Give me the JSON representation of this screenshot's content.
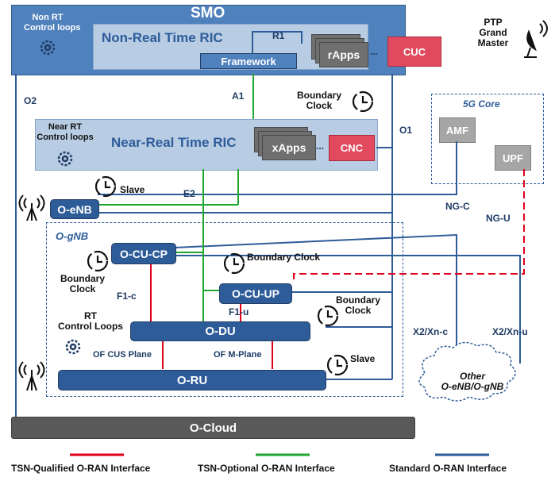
{
  "smo": {
    "title": "SMO"
  },
  "non_rt_loops": {
    "line1": "Non RT",
    "line2": "Control loops"
  },
  "non_rt_ric": {
    "title": "Non-Real Time RIC",
    "r1": "R1",
    "framework": "Framework",
    "rapps": "rApps",
    "ellipsis": "...",
    "cuc": "CUC"
  },
  "ptp": {
    "line1": "PTP",
    "line2": "Grand",
    "line3": "Master"
  },
  "interfaces": {
    "o2": "O2",
    "a1": "A1",
    "o1": "O1",
    "e2": "E2",
    "ng_c": "NG-C",
    "ng_u": "NG-U",
    "f1_c": "F1-c",
    "f1_u": "F1-u",
    "x2_xn_c": "X2/Xn-c",
    "x2_xn_u": "X2/Xn-u",
    "of_cus": "OF CUS Plane",
    "of_m": "OF M-Plane"
  },
  "boundary_top": {
    "line1": "Boundary",
    "line2": "Clock"
  },
  "core": {
    "title": "5G Core",
    "amf": "AMF",
    "upf": "UPF"
  },
  "near_rt_loops": {
    "line1": "Near RT",
    "line2": "Control loops"
  },
  "near_rt_ric": {
    "title": "Near-Real Time RIC",
    "xapps": "xApps",
    "ellipsis": "...",
    "cnc": "CNC"
  },
  "slave1": "Slave",
  "oenb": "O-eNB",
  "ognb": "O-gNB",
  "cucp": "O-CU-CP",
  "cucp_clock": {
    "line1": "Boundary",
    "line2": "Clock"
  },
  "cuup_clock": "Boundary Clock",
  "cuup": "O-CU-UP",
  "du_clock": {
    "line1": "Boundary",
    "line2": "Clock"
  },
  "rt_loops": {
    "line1": "RT",
    "line2": "Control Loops"
  },
  "du": "O-DU",
  "slave2": "Slave",
  "ru": "O-RU",
  "other": {
    "line1": "Other",
    "line2": "O-eNB/O-gNB"
  },
  "ocloud": "O-Cloud",
  "legend": [
    {
      "label": "TSN-Qualified O-RAN Interface",
      "color": "#e0001a"
    },
    {
      "label": "TSN-Optional O-RAN Interface",
      "color": "#1ea62e"
    },
    {
      "label": "Standard O-RAN Interface",
      "color": "#2e5c99"
    }
  ]
}
